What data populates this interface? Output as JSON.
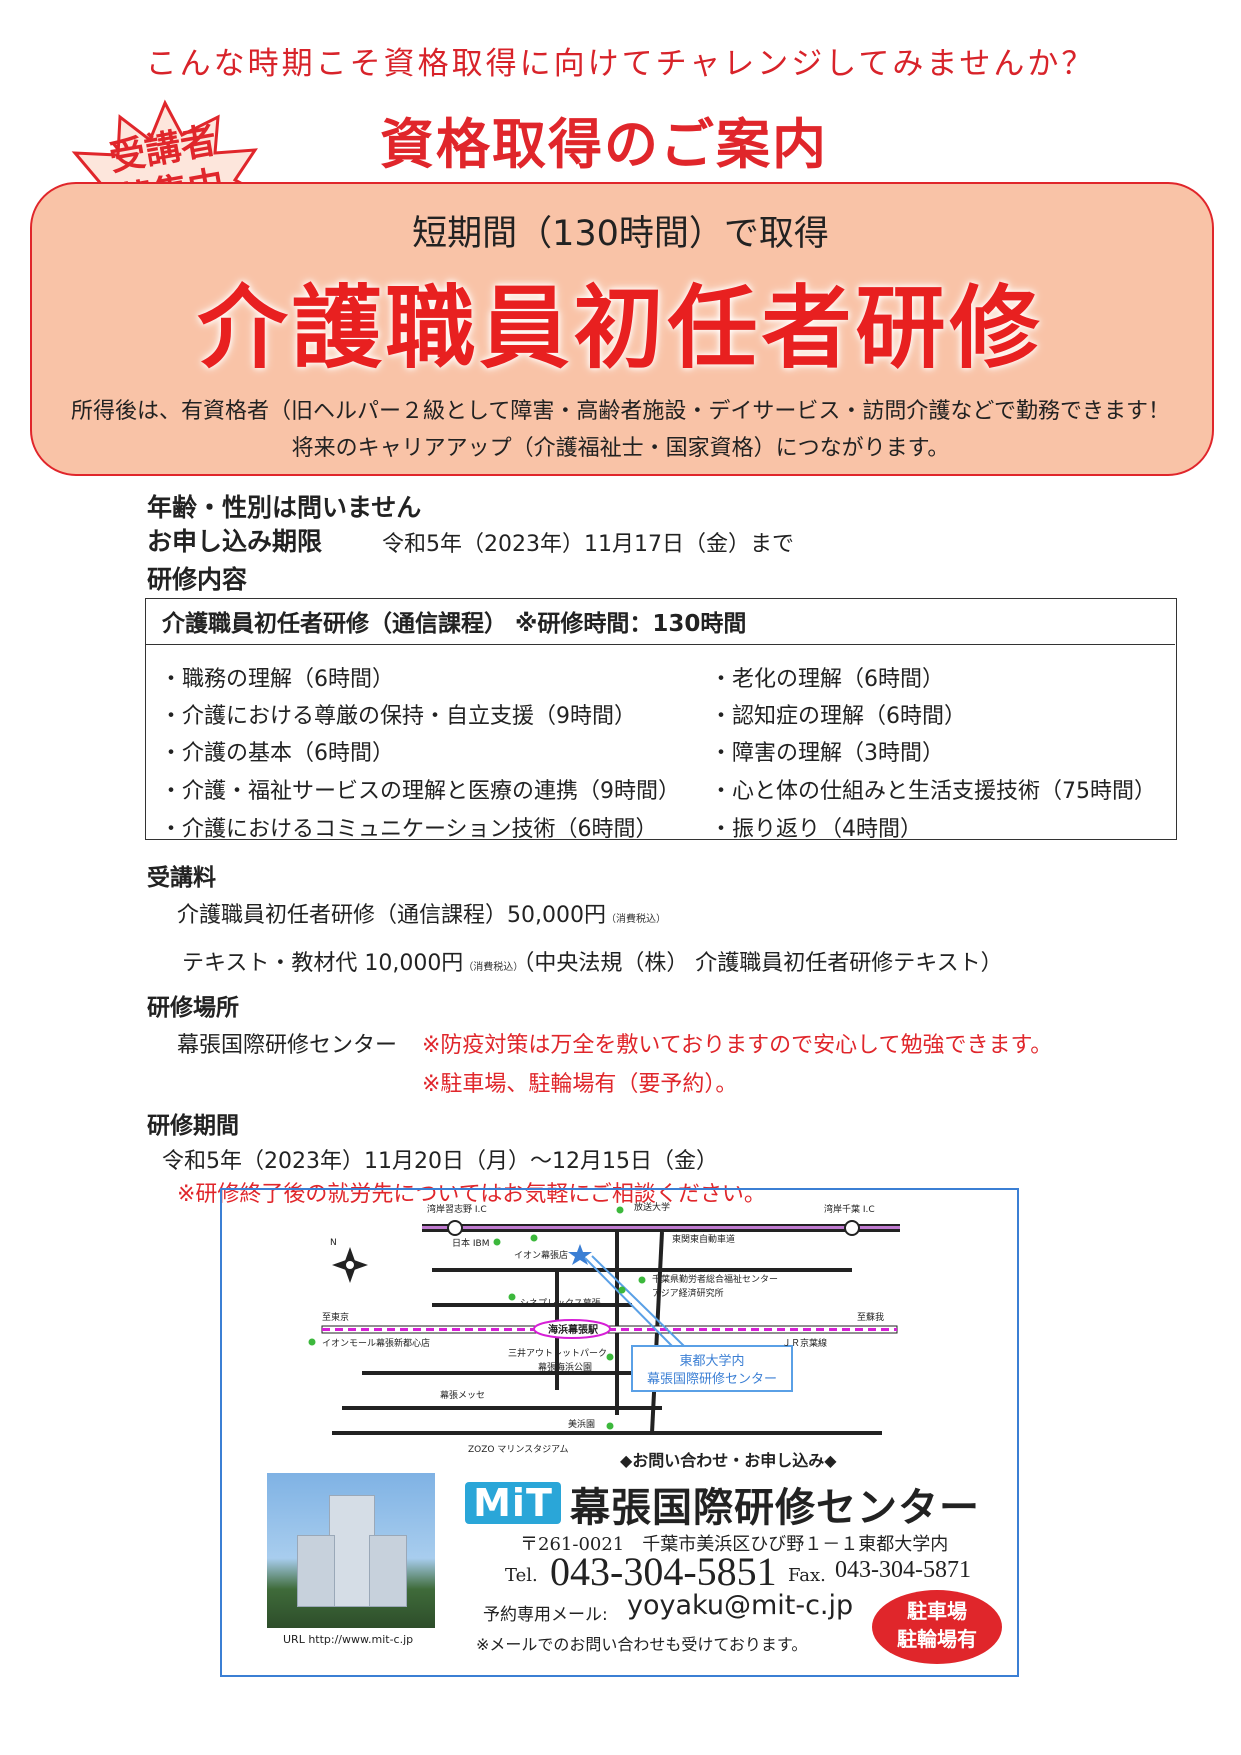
{
  "header": {
    "tagline": "こんな時期こそ資格取得に向けてチャレンジしてみませんか？",
    "title": "資格取得のご案内",
    "burst_line1": "受講者",
    "burst_line2": "募集中"
  },
  "panel": {
    "duration": "短期間（130時間）で取得",
    "course_name": "介護職員初任者研修",
    "desc1": "所得後は、有資格者（旧ヘルパー２級として障害・高齢者施設・デイサービス・訪問介護などで勤務できます！",
    "desc2": "将来のキャリアアップ（介護福祉士・国家資格）につながります。"
  },
  "info": {
    "age_label": "年齢・性別は問いません",
    "deadline_label": "お申し込み期限",
    "deadline_value": "令和5年（2023年）11月17日（金）まで",
    "content_label": "研修内容"
  },
  "curriculum": {
    "heading": "介護職員初任者研修（通信課程）  ※研修時間：130時間",
    "left": [
      "・職務の理解（6時間）",
      "・介護における尊厳の保持・自立支援（9時間）",
      "・介護の基本（6時間）",
      "・介護・福祉サービスの理解と医療の連携（9時間）",
      "・介護におけるコミュニケーション技術（6時間）"
    ],
    "right": [
      "・老化の理解（6時間）",
      "・認知症の理解（6時間）",
      "・障害の理解（3時間）",
      "・心と体の仕組みと生活支援技術（75時間）",
      "・振り返り（4時間）"
    ]
  },
  "fees": {
    "label": "受講料",
    "course_fee": "介護職員初任者研修（通信課程）50,000円",
    "course_fee_note": "（消費税込）",
    "text_fee_a": "テキスト・教材代  10,000円",
    "text_fee_note": "（消費税込）",
    "text_fee_b": "（中央法規（株） 介護職員初任者研修テキスト）"
  },
  "venue": {
    "label": "研修場所",
    "name": "幕張国際研修センター",
    "note1": "※防疫対策は万全を敷いておりますので安心して勉強できます。",
    "note2": "※駐車場、駐輪場有（要予約）。"
  },
  "period": {
    "label": "研修期間",
    "value": "令和5年（2023年）11月20日（月）～12月15日（金）",
    "note": "※研修終了後の就労先についてはお気軽にご相談ください。"
  },
  "map": {
    "labels": {
      "ic_west": "湾岸習志野 I.C",
      "univ": "放送大学",
      "ic_east": "湾岸千葉 I.C",
      "ibm": "日本 IBM",
      "aeon": "イオン幕張店",
      "highway": "東関東自動車道",
      "chiba_welfare": "千葉県勤労者総合福祉センター",
      "asia_inst": "アジア経済研究所",
      "cinema": "シネプレックス幕張",
      "to_tokyo": "至東京",
      "station": "海浜幕張駅",
      "to_soga": "至蘇我",
      "aeon_mall": "イオンモール幕張新都心店",
      "outlet": "三井アウトレットパーク",
      "jr_line": "ＪＲ京葉線",
      "park": "幕張海浜公園",
      "messe": "幕張メッセ",
      "mihama": "美浜園",
      "zozo": "ZOZO マリンスタジアム",
      "callout1": "東都大学内",
      "callout2": "幕張国際研修センター"
    }
  },
  "contact": {
    "heading": "◆お問い合わせ・お申し込み◆",
    "logo": "MiT",
    "center": "幕張国際研修センター",
    "address": "〒261-0021　千葉市美浜区ひび野１－１東都大学内",
    "tel_label": "Tel.",
    "tel": "043-304-5851",
    "fax_label": "Fax.",
    "fax": "043-304-5871",
    "mail_label": "予約専用メール:",
    "mail": "yoyaku@mit-c.jp",
    "mail_note": "※メールでのお問い合わせも受けております。",
    "url": "URL  http://www.mit-c.jp",
    "parking1": "駐車場",
    "parking2": "駐輪場有"
  },
  "colors": {
    "accent_red": "#e0262b",
    "panel_fill": "#f9c3a7",
    "map_border": "#3b7fd4",
    "station_magenta": "#d61fd6"
  }
}
